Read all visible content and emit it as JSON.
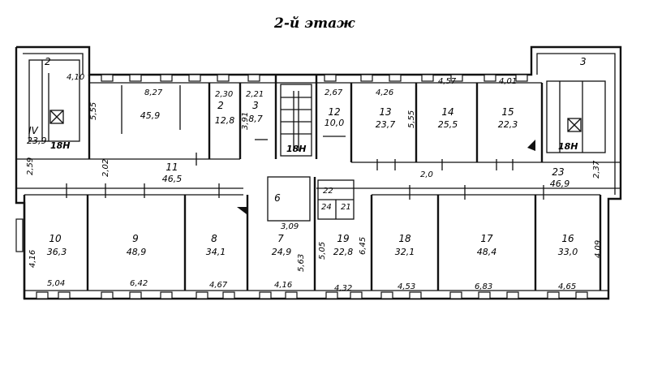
{
  "plan": {
    "title": "2-й этаж",
    "rooms": [
      {
        "num": "",
        "area": "45,9"
      },
      {
        "num": "2",
        "area": "12,8"
      },
      {
        "num": "3",
        "area": "8,7"
      },
      {
        "num": "11",
        "area": "46,5"
      },
      {
        "num": "12",
        "area": "10,0"
      },
      {
        "num": "13",
        "area": "23,7"
      },
      {
        "num": "14",
        "area": "25,5"
      },
      {
        "num": "15",
        "area": "22,3"
      },
      {
        "num": "23",
        "area": "46,9"
      },
      {
        "num": "10",
        "area": "36,3"
      },
      {
        "num": "9",
        "area": "48,9"
      },
      {
        "num": "8",
        "area": "34,1"
      },
      {
        "num": "7",
        "area": "24,9"
      },
      {
        "num": "6",
        "area": ""
      },
      {
        "num": "19",
        "area": "22,8"
      },
      {
        "num": "18",
        "area": "32,1"
      },
      {
        "num": "17",
        "area": "48,4"
      },
      {
        "num": "16",
        "area": "33,0"
      },
      {
        "num": "IV",
        "area": "23,9"
      }
    ],
    "small_labels": [
      "22",
      "24",
      "21"
    ],
    "stair_labels": [
      "18Н",
      "18Н",
      "18Н"
    ],
    "dimensions": [
      "4,10",
      "5,55",
      "8,27",
      "2,30",
      "2,21",
      "2,67",
      "4,26",
      "4,57",
      "4,01",
      "2,59",
      "2,02",
      "2,0",
      "2,37",
      "3,09",
      "5,63",
      "5,05",
      "6,45",
      "4,16",
      "5,04",
      "6,42",
      "4,67",
      "4,16",
      "4,32",
      "4,53",
      "6,83",
      "4,65",
      "4,09",
      "3,91",
      "5,55"
    ],
    "corner_labels": [
      "2",
      "3"
    ]
  }
}
